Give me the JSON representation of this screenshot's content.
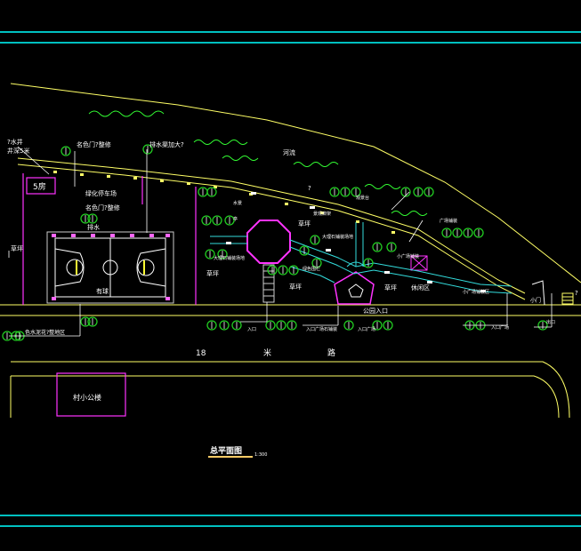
{
  "drawing": {
    "title": "总平面图",
    "scale": "1:300",
    "colors": {
      "background": "#000000",
      "frame": "#00ffff",
      "road": "#ffff66",
      "building": "#ff33ff",
      "label": "#ffffff",
      "leader": "#33ff33",
      "tree": "#22cc22",
      "water": "#33dddd",
      "title_underline": "#ffcc66"
    }
  },
  "labels": {
    "well_left": "?水井",
    "well_depth": "井深5米",
    "room_5": "5房",
    "planting_left": "绿化停车场",
    "gate_painted": "名色门?整修",
    "drainage": "排水",
    "drainage_ditch": "排水渠加大?",
    "painted_gate_2": "名色门?整修",
    "river": "河流",
    "question": "?",
    "lawn_left": "草坪",
    "lawn_center": "草坪",
    "lawn_right": "草坪",
    "lawn_bottom": "草坪",
    "lawn_mid": "草坪",
    "water_feature": "水景",
    "pavilion_top": "亭",
    "stone_plaza": "大理石铺装场地",
    "stone_plaza_2": "大理石铺装场地",
    "landscape_view": "景观廊架",
    "rest_area": "休闲区",
    "viewing_platform": "观景台",
    "park_entrance": "公园入口",
    "entrance_1": "入口广场",
    "small_square": "小广场铺装",
    "entrance_2": "入口广场石铺装",
    "entrance_3": "入口广场",
    "green_fence": "绿色围栏",
    "colored_mud": "色水泥花?整地区",
    "court": "有球",
    "road_width": "18",
    "road_unit": "米",
    "road_name": "路",
    "village_office": "村小公楼",
    "small_gate": "小门",
    "exit": "出口",
    "note_right": "?",
    "plaza_pave": "广场铺装",
    "square_right": "小广场铺装区",
    "entrance_small": "入口"
  }
}
